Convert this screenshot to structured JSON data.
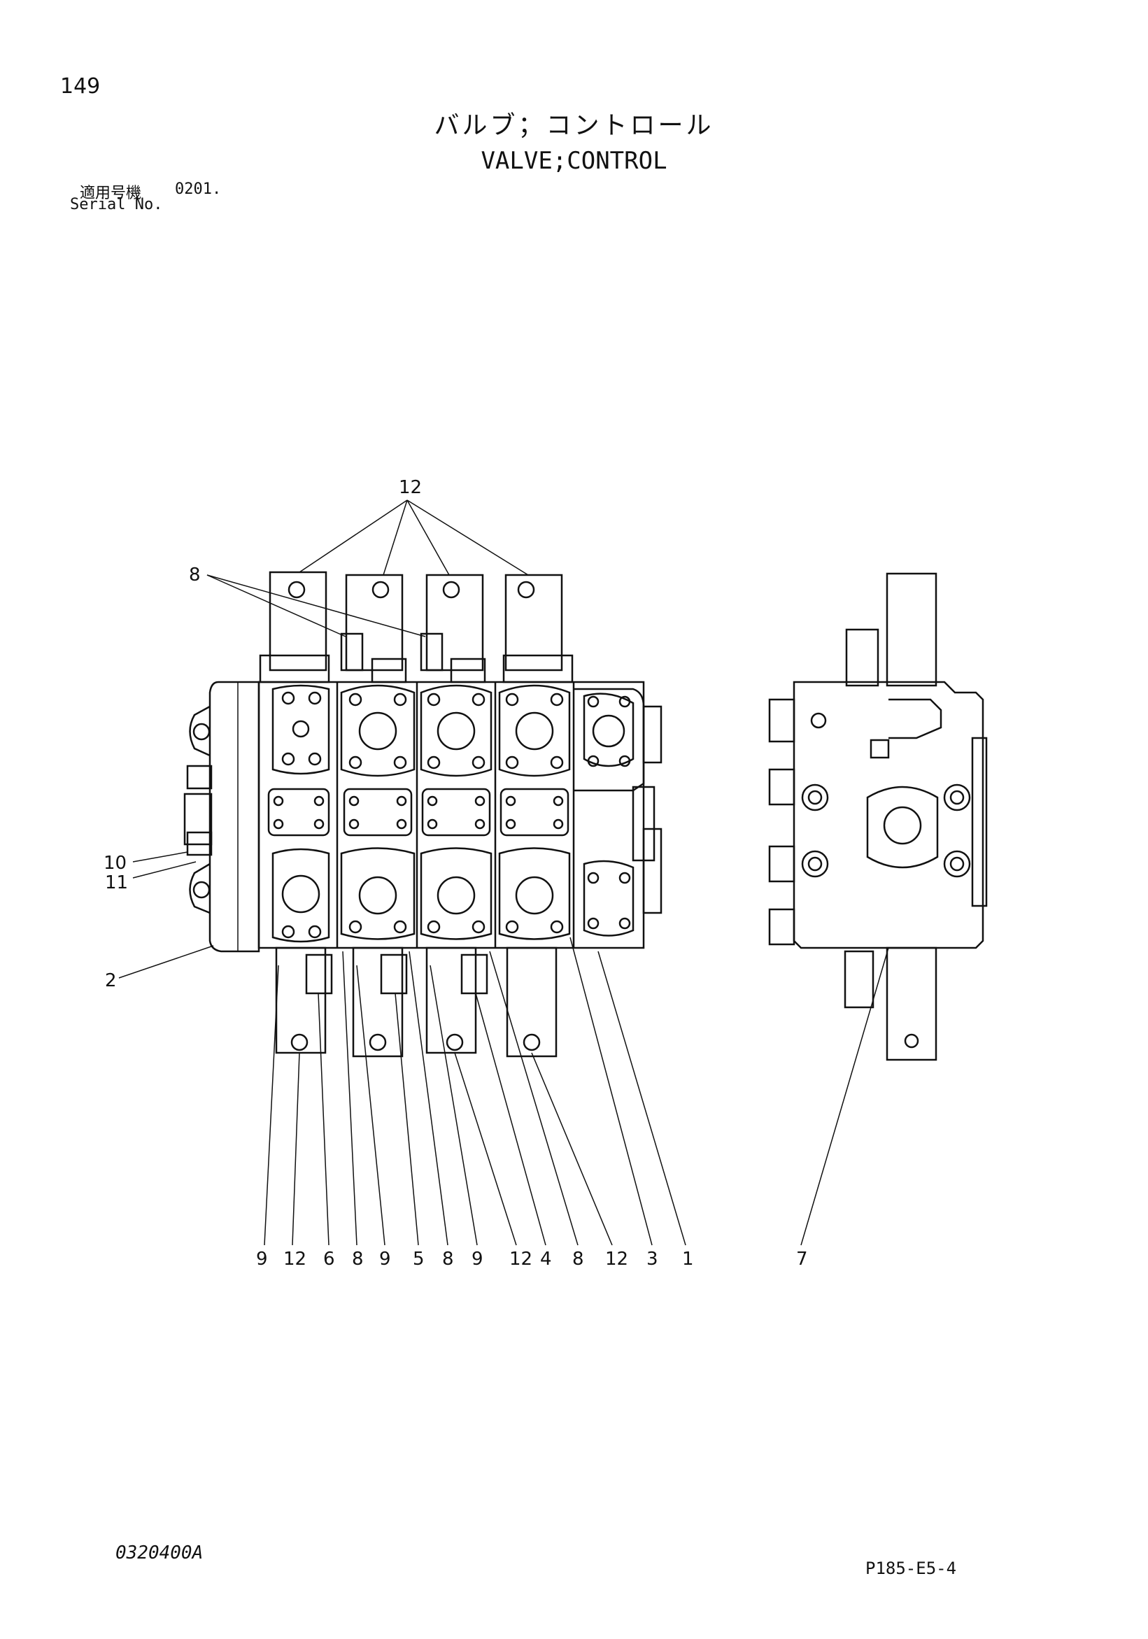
{
  "page": {
    "number": "149",
    "title_ja": "バルブ；コントロール",
    "title_en": "VALVE;CONTROL",
    "serial_label_ja": "適用号機",
    "serial_value": "0201.",
    "serial_label_en": "Serial No.",
    "doc_code": "0320400A",
    "page_code": "P185-E5-4"
  },
  "callouts": {
    "c12_top": "12",
    "c8_top": "8",
    "c10": "10",
    "c11": "11",
    "c2": "2",
    "c7": "7",
    "bottom": [
      "9",
      "12",
      "6",
      "8",
      "9",
      "5",
      "8",
      "9",
      "12",
      "4",
      "8",
      "12",
      "3",
      "1"
    ]
  }
}
